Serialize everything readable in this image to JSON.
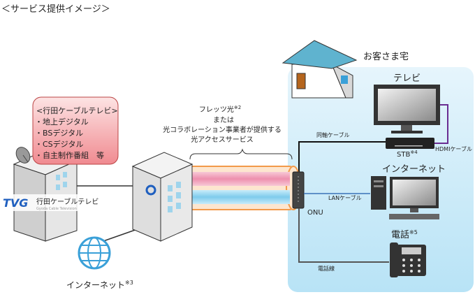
{
  "title": "＜サービス提供イメージ＞",
  "provider": {
    "box_title": "<行田ケーブルテレビ>",
    "items": [
      "・地上デジタル",
      "・BSデジタル",
      "・CSデジタル",
      "・自主制作番組　等"
    ],
    "logo_mark": "TVG",
    "logo_name": "行田ケーブルテレビ",
    "logo_subtitle": "Gyoda Cable Television"
  },
  "fiber": {
    "line1": "フレッツ光",
    "line1_note": "※2",
    "line2": "または",
    "line3": "光コラボレーション事業者が提供する",
    "line4": "光アクセスサービス"
  },
  "internet_cloud": {
    "label": "インターネット",
    "note": "※3"
  },
  "home": {
    "label": "お客さま宅",
    "tv_label": "テレビ",
    "stb_label": "STB",
    "stb_note": "※4",
    "hdmi_label": "HDMIケーブル",
    "coax_label": "同軸ケーブル",
    "onu_label": "ONU",
    "lan_label": "LANケーブル",
    "internet_label": "インターネット",
    "phone_label": "電話",
    "phone_note": "※5",
    "phone_line_label": "電話線"
  },
  "colors": {
    "panel": "#d6effa",
    "provider_box": "#f39a9e",
    "fiber_outer": "#f7b37a",
    "fiber_pink": "#f2a0b8",
    "fiber_blue": "#8fd3f0",
    "hdmi": "#6a2c91",
    "lan": "#3a73b8"
  }
}
